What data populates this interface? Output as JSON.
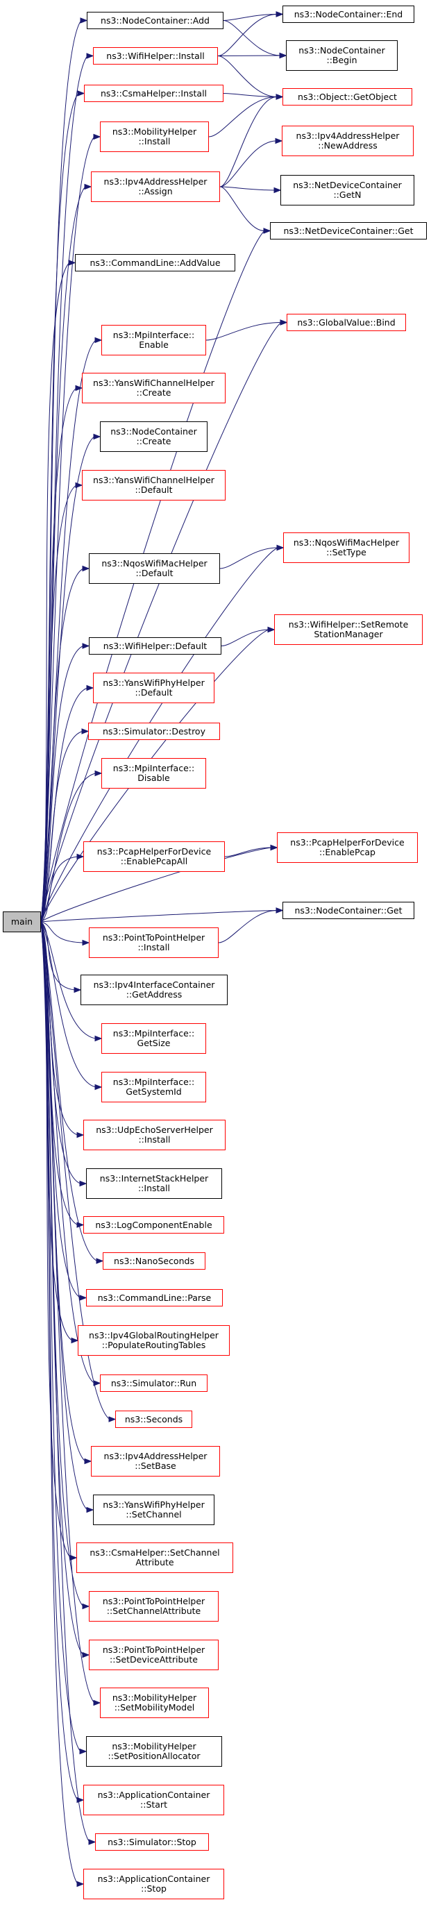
{
  "graph": {
    "root": {
      "id": "main",
      "label": "main",
      "style": "root"
    },
    "nodes": [
      {
        "id": "nc_add",
        "label": "ns3::NodeContainer::Add",
        "style": "black"
      },
      {
        "id": "wifi_install",
        "label": "ns3::WifiHelper::Install",
        "style": "red"
      },
      {
        "id": "csma_install",
        "label": "ns3::CsmaHelper::Install",
        "style": "red"
      },
      {
        "id": "mob_install",
        "label": "ns3::MobilityHelper\n::Install",
        "style": "red"
      },
      {
        "id": "ipv4_assign",
        "label": "ns3::Ipv4AddressHelper\n::Assign",
        "style": "red"
      },
      {
        "id": "cmd_addvalue",
        "label": "ns3::CommandLine::AddValue",
        "style": "black"
      },
      {
        "id": "mpi_enable",
        "label": "ns3::MpiInterface::\nEnable",
        "style": "red"
      },
      {
        "id": "yans_ch_create",
        "label": "ns3::YansWifiChannelHelper\n::Create",
        "style": "red"
      },
      {
        "id": "nc_create",
        "label": "ns3::NodeContainer\n::Create",
        "style": "black"
      },
      {
        "id": "yans_ch_default",
        "label": "ns3::YansWifiChannelHelper\n::Default",
        "style": "red"
      },
      {
        "id": "nqos_default",
        "label": "ns3::NqosWifiMacHelper\n::Default",
        "style": "black"
      },
      {
        "id": "wifi_default",
        "label": "ns3::WifiHelper::Default",
        "style": "black"
      },
      {
        "id": "yans_phy_default",
        "label": "ns3::YansWifiPhyHelper\n::Default",
        "style": "red"
      },
      {
        "id": "sim_destroy",
        "label": "ns3::Simulator::Destroy",
        "style": "red"
      },
      {
        "id": "mpi_disable",
        "label": "ns3::MpiInterface::\nDisable",
        "style": "red"
      },
      {
        "id": "pcap_enableall",
        "label": "ns3::PcapHelperForDevice\n::EnablePcapAll",
        "style": "red"
      },
      {
        "id": "p2p_install",
        "label": "ns3::PointToPointHelper\n::Install",
        "style": "red"
      },
      {
        "id": "ipv4ic_getaddr",
        "label": "ns3::Ipv4InterfaceContainer\n::GetAddress",
        "style": "black"
      },
      {
        "id": "mpi_getsize",
        "label": "ns3::MpiInterface::\nGetSize",
        "style": "red"
      },
      {
        "id": "mpi_getsysid",
        "label": "ns3::MpiInterface::\nGetSystemId",
        "style": "red"
      },
      {
        "id": "udp_server_install",
        "label": "ns3::UdpEchoServerHelper\n::Install",
        "style": "red"
      },
      {
        "id": "inet_install",
        "label": "ns3::InternetStackHelper\n::Install",
        "style": "black"
      },
      {
        "id": "log_enable",
        "label": "ns3::LogComponentEnable",
        "style": "red"
      },
      {
        "id": "nanoseconds",
        "label": "ns3::NanoSeconds",
        "style": "red"
      },
      {
        "id": "cmd_parse",
        "label": "ns3::CommandLine::Parse",
        "style": "red"
      },
      {
        "id": "ipv4_populate",
        "label": "ns3::Ipv4GlobalRoutingHelper\n::PopulateRoutingTables",
        "style": "red"
      },
      {
        "id": "sim_run",
        "label": "ns3::Simulator::Run",
        "style": "red"
      },
      {
        "id": "seconds",
        "label": "ns3::Seconds",
        "style": "red"
      },
      {
        "id": "ipv4_setbase",
        "label": "ns3::Ipv4AddressHelper\n::SetBase",
        "style": "red"
      },
      {
        "id": "yans_phy_setchannel",
        "label": "ns3::YansWifiPhyHelper\n::SetChannel",
        "style": "black"
      },
      {
        "id": "csma_setchattr",
        "label": "ns3::CsmaHelper::SetChannel\nAttribute",
        "style": "red"
      },
      {
        "id": "p2p_setchattr",
        "label": "ns3::PointToPointHelper\n::SetChannelAttribute",
        "style": "red"
      },
      {
        "id": "p2p_setdevattr",
        "label": "ns3::PointToPointHelper\n::SetDeviceAttribute",
        "style": "red"
      },
      {
        "id": "mob_setmodel",
        "label": "ns3::MobilityHelper\n::SetMobilityModel",
        "style": "red"
      },
      {
        "id": "mob_setposalloc",
        "label": "ns3::MobilityHelper\n::SetPositionAllocator",
        "style": "black"
      },
      {
        "id": "app_start",
        "label": "ns3::ApplicationContainer\n::Start",
        "style": "red"
      },
      {
        "id": "sim_stop",
        "label": "ns3::Simulator::Stop",
        "style": "red"
      },
      {
        "id": "app_stop",
        "label": "ns3::ApplicationContainer\n::Stop",
        "style": "red"
      },
      {
        "id": "nc_end",
        "label": "ns3::NodeContainer::End",
        "style": "black"
      },
      {
        "id": "nc_begin",
        "label": "ns3::NodeContainer\n::Begin",
        "style": "black"
      },
      {
        "id": "obj_getobject",
        "label": "ns3::Object::GetObject",
        "style": "red"
      },
      {
        "id": "ipv4_newaddress",
        "label": "ns3::Ipv4AddressHelper\n::NewAddress",
        "style": "red"
      },
      {
        "id": "ndc_getn",
        "label": "ns3::NetDeviceContainer\n::GetN",
        "style": "black"
      },
      {
        "id": "ndc_get",
        "label": "ns3::NetDeviceContainer::Get",
        "style": "black"
      },
      {
        "id": "gv_bind",
        "label": "ns3::GlobalValue::Bind",
        "style": "red"
      },
      {
        "id": "nqos_settype",
        "label": "ns3::NqosWifiMacHelper\n::SetType",
        "style": "red"
      },
      {
        "id": "wifi_setremote",
        "label": "ns3::WifiHelper::SetRemote\nStationManager",
        "style": "red"
      },
      {
        "id": "pcap_enable",
        "label": "ns3::PcapHelperForDevice\n::EnablePcap",
        "style": "red"
      },
      {
        "id": "nc_get",
        "label": "ns3::NodeContainer::Get",
        "style": "black"
      }
    ],
    "edges": [
      [
        "main",
        "nc_add"
      ],
      [
        "main",
        "wifi_install"
      ],
      [
        "main",
        "csma_install"
      ],
      [
        "main",
        "mob_install"
      ],
      [
        "main",
        "ipv4_assign"
      ],
      [
        "main",
        "ndc_get"
      ],
      [
        "main",
        "cmd_addvalue"
      ],
      [
        "main",
        "gv_bind"
      ],
      [
        "main",
        "mpi_enable"
      ],
      [
        "main",
        "yans_ch_create"
      ],
      [
        "main",
        "nc_create"
      ],
      [
        "main",
        "yans_ch_default"
      ],
      [
        "main",
        "nqos_settype"
      ],
      [
        "main",
        "nqos_default"
      ],
      [
        "main",
        "wifi_setremote"
      ],
      [
        "main",
        "wifi_default"
      ],
      [
        "main",
        "yans_phy_default"
      ],
      [
        "main",
        "sim_destroy"
      ],
      [
        "main",
        "mpi_disable"
      ],
      [
        "main",
        "pcap_enable"
      ],
      [
        "main",
        "pcap_enableall"
      ],
      [
        "main",
        "nc_get"
      ],
      [
        "main",
        "p2p_install"
      ],
      [
        "main",
        "ipv4ic_getaddr"
      ],
      [
        "main",
        "mpi_getsize"
      ],
      [
        "main",
        "mpi_getsysid"
      ],
      [
        "main",
        "udp_server_install"
      ],
      [
        "main",
        "inet_install"
      ],
      [
        "main",
        "log_enable"
      ],
      [
        "main",
        "nanoseconds"
      ],
      [
        "main",
        "cmd_parse"
      ],
      [
        "main",
        "ipv4_populate"
      ],
      [
        "main",
        "sim_run"
      ],
      [
        "main",
        "seconds"
      ],
      [
        "main",
        "ipv4_setbase"
      ],
      [
        "main",
        "yans_phy_setchannel"
      ],
      [
        "main",
        "csma_setchattr"
      ],
      [
        "main",
        "p2p_setchattr"
      ],
      [
        "main",
        "p2p_setdevattr"
      ],
      [
        "main",
        "mob_setmodel"
      ],
      [
        "main",
        "mob_setposalloc"
      ],
      [
        "main",
        "app_start"
      ],
      [
        "main",
        "sim_stop"
      ],
      [
        "main",
        "app_stop"
      ],
      [
        "wifi_install",
        "nc_end"
      ],
      [
        "wifi_install",
        "nc_begin"
      ],
      [
        "wifi_install",
        "obj_getobject"
      ],
      [
        "nc_add",
        "nc_end"
      ],
      [
        "nc_add",
        "nc_begin"
      ],
      [
        "csma_install",
        "obj_getobject"
      ],
      [
        "mob_install",
        "obj_getobject"
      ],
      [
        "ipv4_assign",
        "obj_getobject"
      ],
      [
        "ipv4_assign",
        "ipv4_newaddress"
      ],
      [
        "ipv4_assign",
        "ndc_getn"
      ],
      [
        "ipv4_assign",
        "ndc_get"
      ],
      [
        "mpi_enable",
        "gv_bind"
      ],
      [
        "nqos_default",
        "nqos_settype"
      ],
      [
        "wifi_default",
        "wifi_setremote"
      ],
      [
        "pcap_enableall",
        "pcap_enable"
      ],
      [
        "p2p_install",
        "nc_get"
      ]
    ]
  }
}
